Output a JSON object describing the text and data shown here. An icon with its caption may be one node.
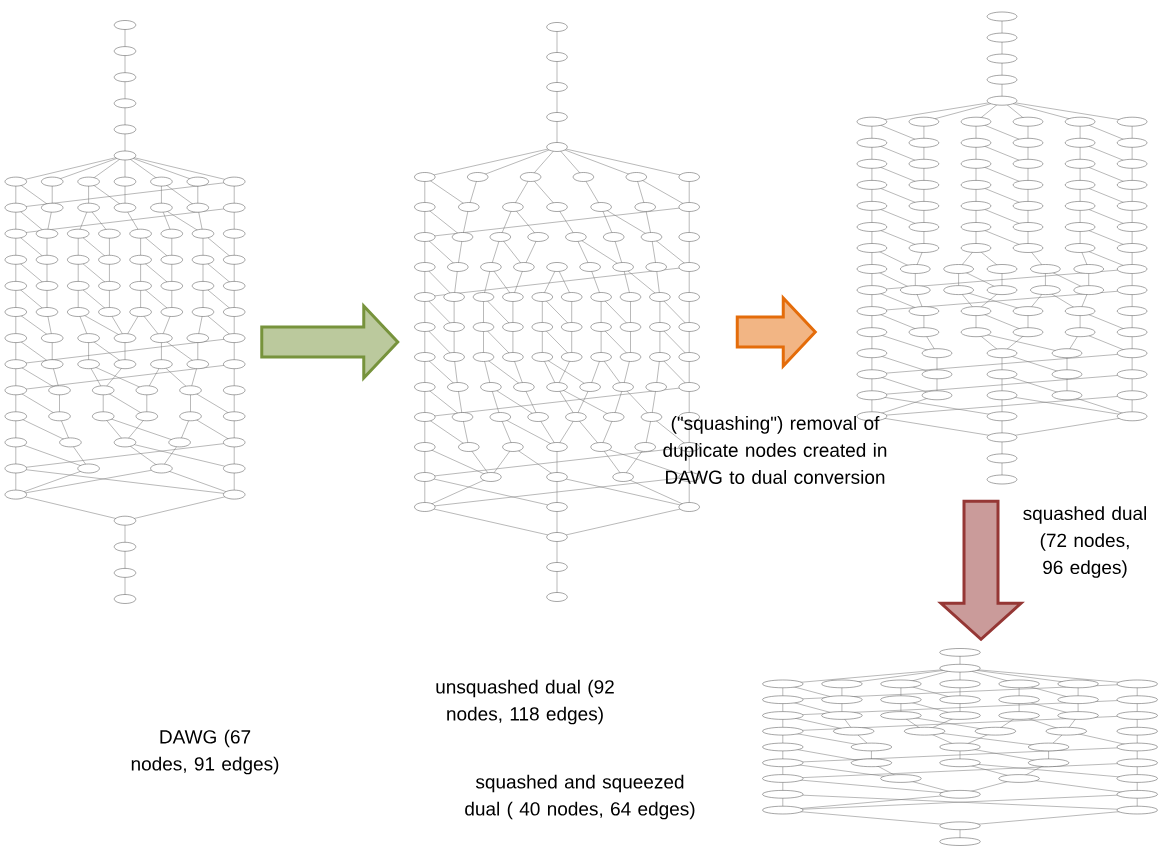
{
  "diagram": {
    "nodes": [
      {
        "text": [],
        "shape": "picture"
      },
      {
        "text": [],
        "shape": "picture"
      },
      {
        "text": [],
        "shape": "picture"
      },
      {
        "text": [],
        "shape": "picture"
      }
    ],
    "labels": [
      "squashed dual (72 nodes, 96 edges)",
      "unsquashed dual (92 nodes, 118 edges)",
      "DAWG (67 nodes, 91 edges)",
      "squashed and  squeezed dual ( 40 nodes, 64 edges)"
    ],
    "edges": [
      {
        "from": 0,
        "to": 1,
        "arrow": "to",
        "style": "thick",
        "color": "#77933c"
      },
      {
        "from": 1,
        "to": 2,
        "arrow": "to",
        "style": "thick",
        "color": "#e46c0a",
        "label": "(\"squashing\") removal of duplicate nodes created in DAWG to dual conversion"
      },
      {
        "from": 2,
        "to": 3,
        "arrow": "to",
        "style": "thick",
        "color": "#953735"
      }
    ]
  }
}
